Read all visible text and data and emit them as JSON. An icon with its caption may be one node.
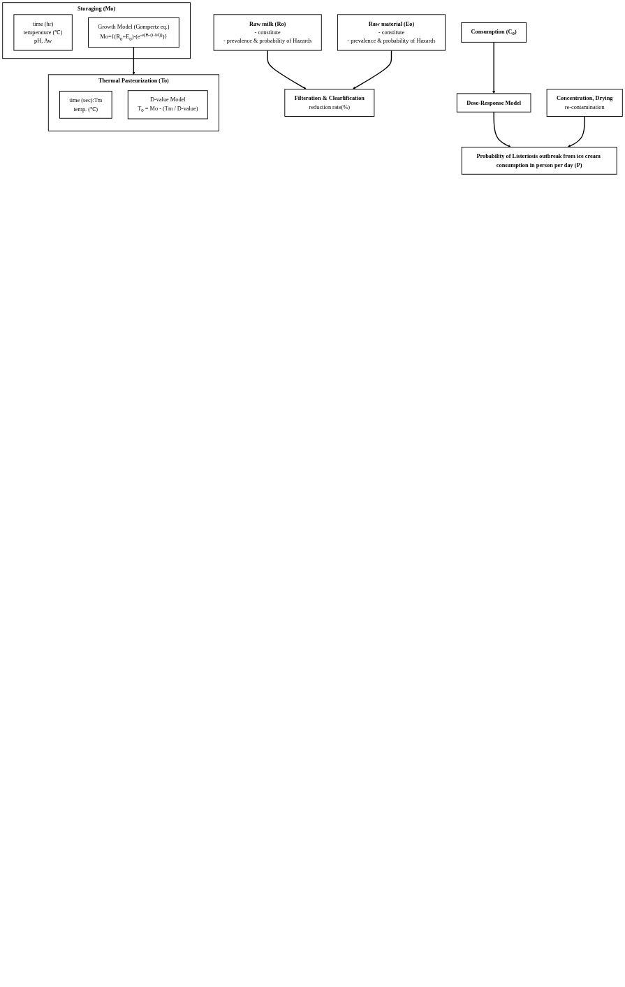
{
  "diagram": {
    "nodes": [
      {
        "text": [
          "Raw milk (Ro)",
          "- constitute",
          "- prevalence & probability of Hazards"
        ]
      },
      {
        "text": [
          "Raw material (Eo)",
          "- constitute",
          "- prevalence & probability of Hazards"
        ]
      },
      {
        "text": [
          "Filteration & Clearlification",
          "reduction rate(%)"
        ]
      },
      {
        "text": [
          "Storaging (Mo)"
        ]
      },
      {
        "text": [
          "time (hr)",
          "temperature (℃)",
          "pH, Aw"
        ],
        "in": 3
      },
      {
        "text": [
          "Growth Model (Gompertz eq.)",
          "Mo={(R$_{0}$+E$_{0}$)-(e$^{-e(B-(t-M))}$)}"
        ],
        "in": 3
      },
      {
        "text": [
          "Consumption (C$_{0}$)"
        ]
      },
      {
        "text": [
          "Thermal Pasteurization (To)"
        ]
      },
      {
        "text": [
          "time (sec):Tm",
          "temp. (℃)"
        ],
        "in": 7
      },
      {
        "text": [
          "D-value Model",
          "T$_{0}$ = Mo - (Tm / D-value)"
        ],
        "in": 7
      },
      {
        "text": [
          "Dose-Response Model"
        ]
      },
      {
        "text": [
          "Concentration, Drying",
          "re-contamination"
        ]
      },
      {
        "text": [
          "Probability of Listeriosis outbreak from ice cream consumption in person per day (P)"
        ]
      }
    ],
    "edges": [
      {
        "from": 0,
        "to": 2,
        "arrow": "to"
      },
      {
        "from": 1,
        "to": 2,
        "arrow": "to"
      },
      {
        "from": 5,
        "to": 7,
        "arrow": "to"
      },
      {
        "from": 6,
        "to": 10,
        "arrow": "to"
      },
      {
        "from": 10,
        "to": 12,
        "arrow": "to"
      },
      {
        "from": 11,
        "to": 12,
        "arrow": "to"
      }
    ]
  }
}
